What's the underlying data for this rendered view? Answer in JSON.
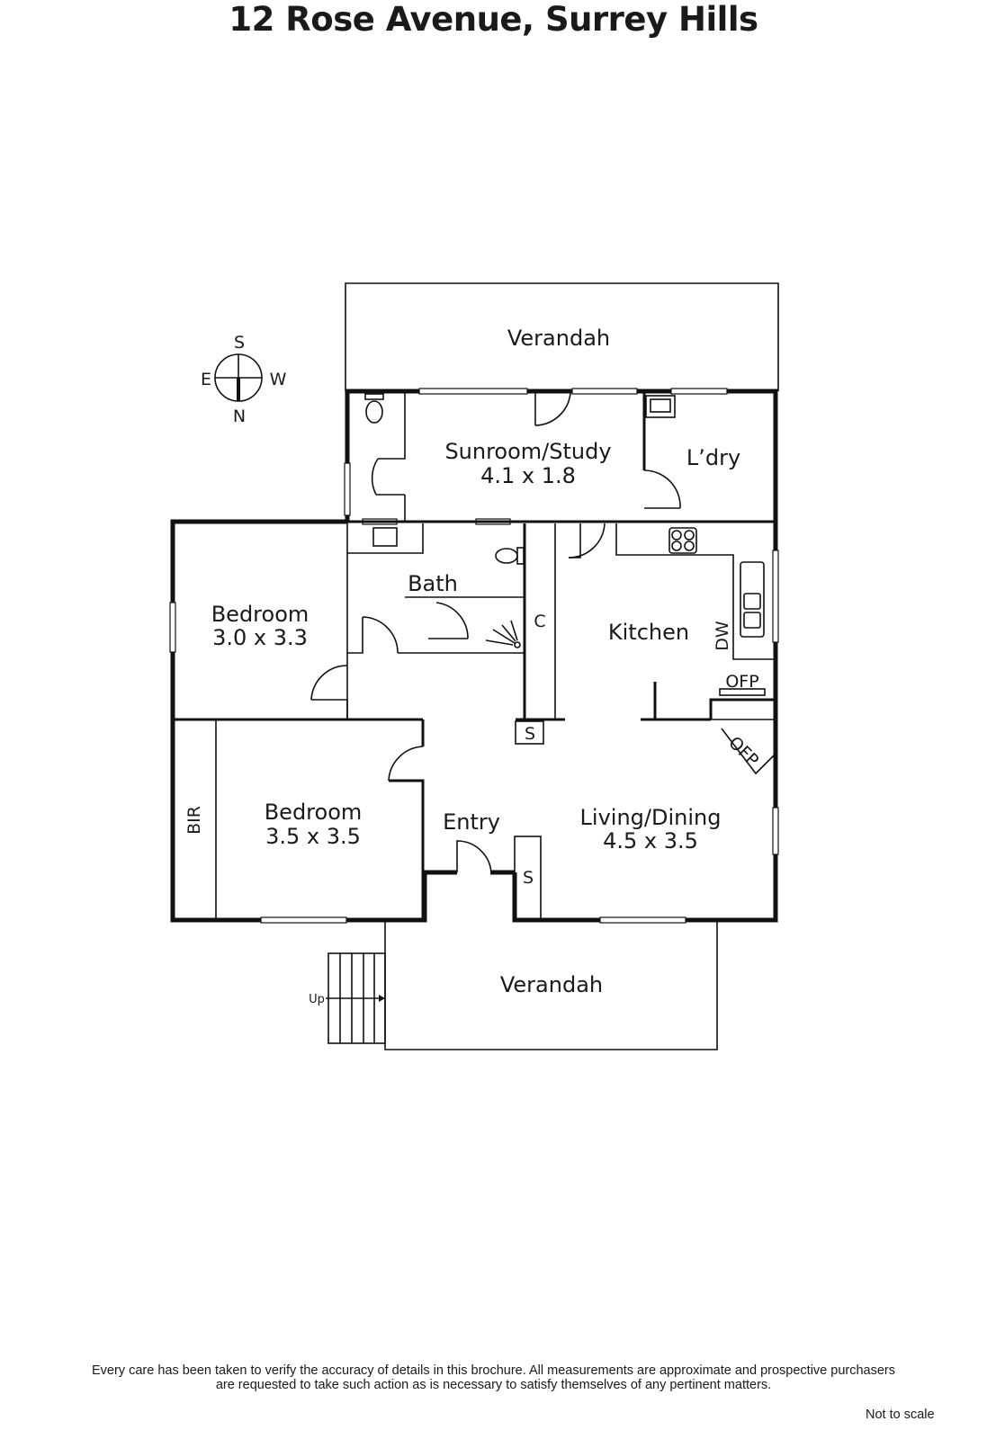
{
  "title": "12 Rose Avenue, Surrey Hills",
  "compass": {
    "top": "S",
    "left": "E",
    "right": "W",
    "bottom": "N"
  },
  "rooms": {
    "verandah_top": "Verandah",
    "sunroom": {
      "name": "Sunroom/Study",
      "size": "4.1 x 1.8"
    },
    "laundry": "L’dry",
    "bath": "Bath",
    "cupboard": "C",
    "kitchen": "Kitchen",
    "dw": "DW",
    "ofp_kitchen": "OFP",
    "ofp_living": "OFP",
    "bedroom1": {
      "name": "Bedroom",
      "size": "3.0 x 3.3"
    },
    "bedroom2": {
      "name": "Bedroom",
      "size": "3.5 x 3.5"
    },
    "bir": "BIR",
    "storage1": "S",
    "storage2": "S",
    "entry": "Entry",
    "living": {
      "name": "Living/Dining",
      "size": "4.5 x 3.5"
    },
    "verandah_bottom": "Verandah",
    "stairs_up": "Up"
  },
  "footer": {
    "disclaimer_line1": "Every care has been taken to verify the accuracy of details in this brochure.  All measurements are approximate and prospective purchasers",
    "disclaimer_line2": "are requested to take such action as is necessary to satisfy themselves of any pertinent matters.",
    "not_to_scale": "Not to scale"
  }
}
